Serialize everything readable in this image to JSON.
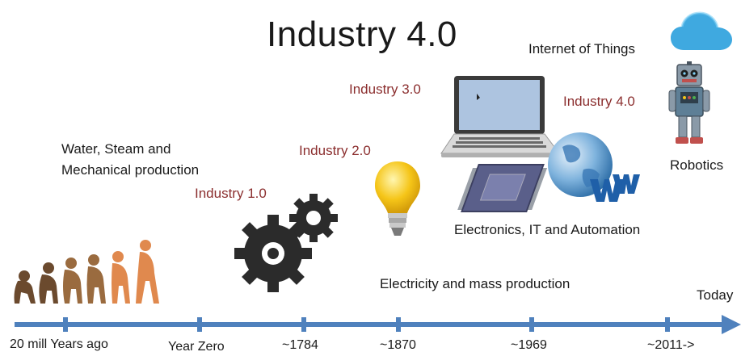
{
  "title": "Industry 4.0",
  "stages": {
    "i1": "Industry 1.0",
    "i2": "Industry 2.0",
    "i3": "Industry 3.0",
    "i4": "Industry 4.0"
  },
  "descriptions": {
    "mechanical_line1": "Water, Steam and",
    "mechanical_line2": "Mechanical production",
    "electricity": "Electricity and mass production",
    "electronics": "Electronics, IT and Automation",
    "iot": "Internet of Things",
    "robotics": "Robotics"
  },
  "timeline": {
    "end_label": "Today",
    "ticks": [
      "20 mill Years ago",
      "Year Zero",
      "~1784",
      "~1870",
      "~1969",
      "~2011->"
    ]
  },
  "colors": {
    "stage_label": "#8b2e2e",
    "timeline": "#4f81bd",
    "gear": "#2b2b2b",
    "bulb": "#f5c518",
    "cloud": "#3fa9e0"
  },
  "icons": [
    "evolution-figures-icon",
    "gears-icon",
    "light-bulb-icon",
    "laptop-icon",
    "cpu-chip-icon",
    "globe-www-icon",
    "cloud-icon",
    "robot-icon"
  ]
}
